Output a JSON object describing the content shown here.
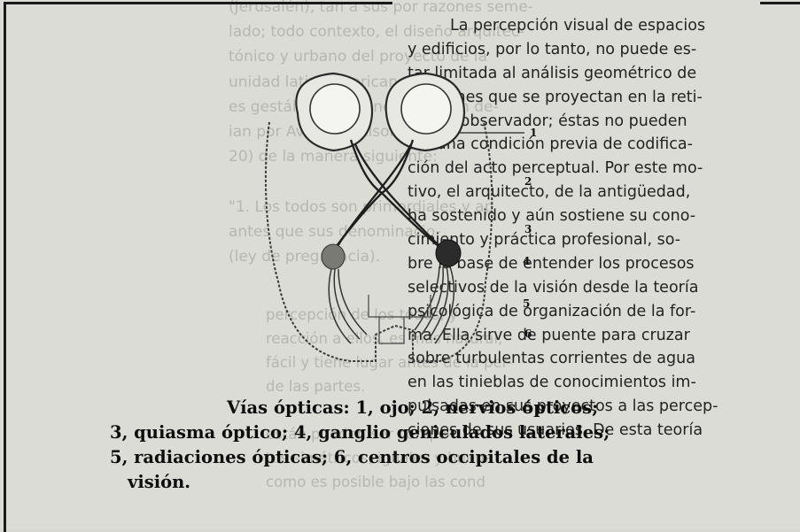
{
  "right_column_lines": [
    "La percepción visual de espacios",
    "y edificios, por lo tanto, no puede es-",
    "tar limitada al análisis geométrico de",
    "imágenes que se proyectan en la reti-",
    "na del observador; éstas no pueden",
    "ser una condición previa de codifica-",
    "ción del acto perceptual. Por este mo-",
    "tivo, el arquitecto, de la antigüedad,",
    "ha sostenido y aún sostiene su cono-",
    "cimiento y práctica profesional, so-",
    "bre la base de entender los procesos",
    "selectivos de la visión desde la teoría",
    "psicológica de organización de la for-",
    "ma. Ella sirve de puente para cruzar",
    "sobre turbulentas corrientes de agua",
    "en las tinieblas de conocimientos im-",
    "pulsadas en sus proyectos a las percep-",
    "ciones de sus usuarios. De esta teoría"
  ],
  "bleed_upper_lines": [
    "(Jerusalén), tan a sus por razones seme-",
    "lado; todo contexto, el diseño arquitec-",
    "tónico y urbano del proyecto de la",
    "unidad latinoamericana. Las",
    "es gestálticas más notables son de-",
    "ian por Avant y Helson (19",
    "20) de la manera siguiente:",
    "",
    "\"1. Los todos son primordiales y ap",
    "antes que sus denominacio-",
    "(ley de pregnancia)."
  ],
  "bleed_lower_lines": [
    "percepción de los todos, y",
    "reacción a ellos, es más natural,",
    "fácil y tiene lugar antes de la per-",
    "de las partes.",
    "",
    "están pueden ser compa-",
    "tos simétricos, iguales y buena",
    "como es posible bajo las cond"
  ],
  "bleed_right_lines": [
    "",
    "",
    "",
    "",
    "",
    "",
    "",
    "",
    "",
    "",
    "",
    "",
    "",
    "",
    "",
    "",
    "",
    ""
  ],
  "figure": {
    "labels": [
      "1",
      "2",
      "3",
      "4",
      "5",
      "6"
    ],
    "caption_lines": [
      "Vías ópticas: 1, ojo; 2, nervios ópticos;",
      "3, quiasma óptico; 4, ganglio geniculados laterales;",
      "5, radiaciones ópticas; 6, centros occipitales de la",
      "visión."
    ]
  }
}
